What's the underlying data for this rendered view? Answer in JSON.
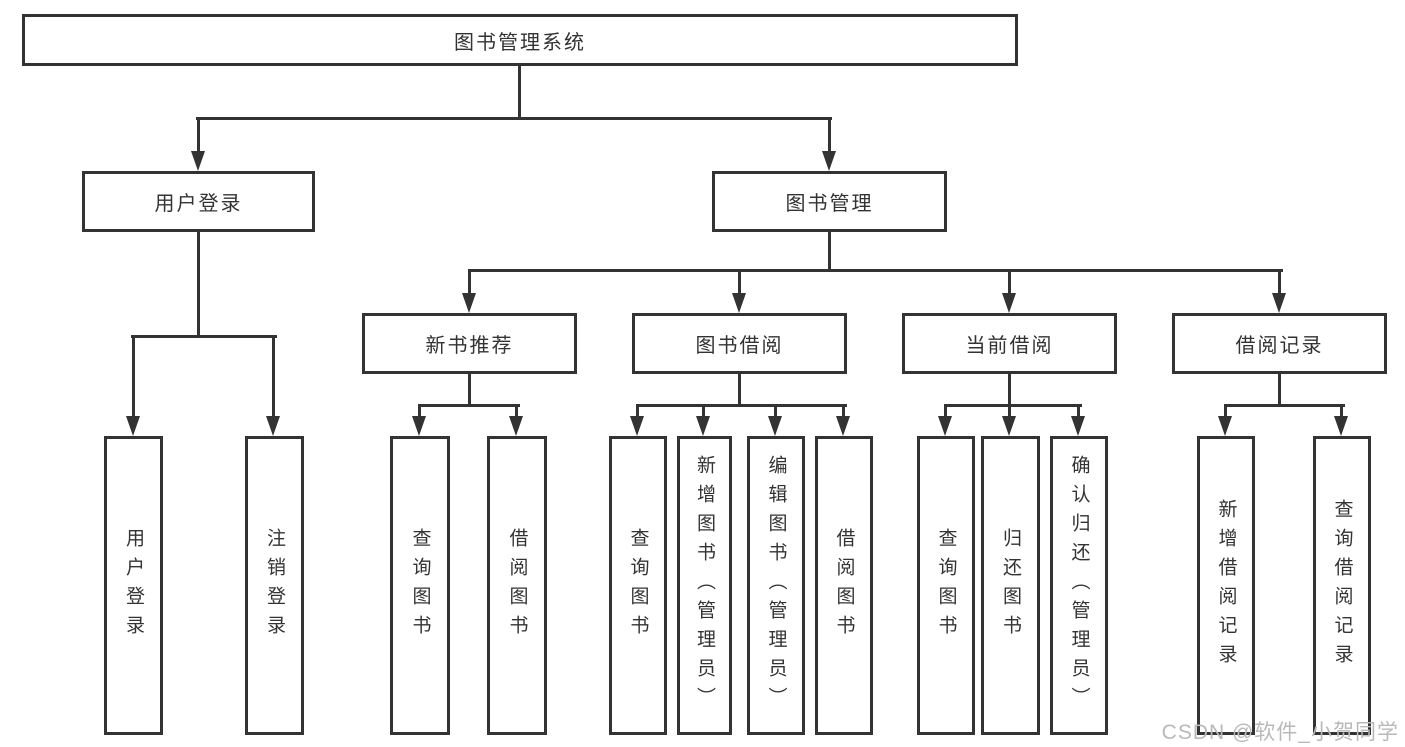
{
  "diagram": {
    "root": {
      "label": "图书管理系统"
    },
    "level2": {
      "user_login": {
        "label": "用户登录"
      },
      "book_mgmt": {
        "label": "图书管理"
      }
    },
    "level3": {
      "new_books": {
        "label": "新书推荐"
      },
      "borrow": {
        "label": "图书借阅"
      },
      "current": {
        "label": "当前借阅"
      },
      "records": {
        "label": "借阅记录"
      }
    },
    "leaves": {
      "user_login": [
        "用户登录",
        "注销登录"
      ],
      "new_books": [
        "查询图书",
        "借阅图书"
      ],
      "borrow": [
        "查询图书",
        "新增图书（管理员）",
        "编辑图书（管理员）",
        "借阅图书"
      ],
      "current": [
        "查询图书",
        "归还图书",
        "确认归还（管理员）"
      ],
      "records": [
        "新增借阅记录",
        "查询借阅记录"
      ]
    }
  },
  "watermark": {
    "text": "CSDN @软件_小贺同学"
  },
  "colors": {
    "line": "#333333",
    "text": "#333333",
    "watermark": "#b9b9b9",
    "background": "#ffffff"
  }
}
